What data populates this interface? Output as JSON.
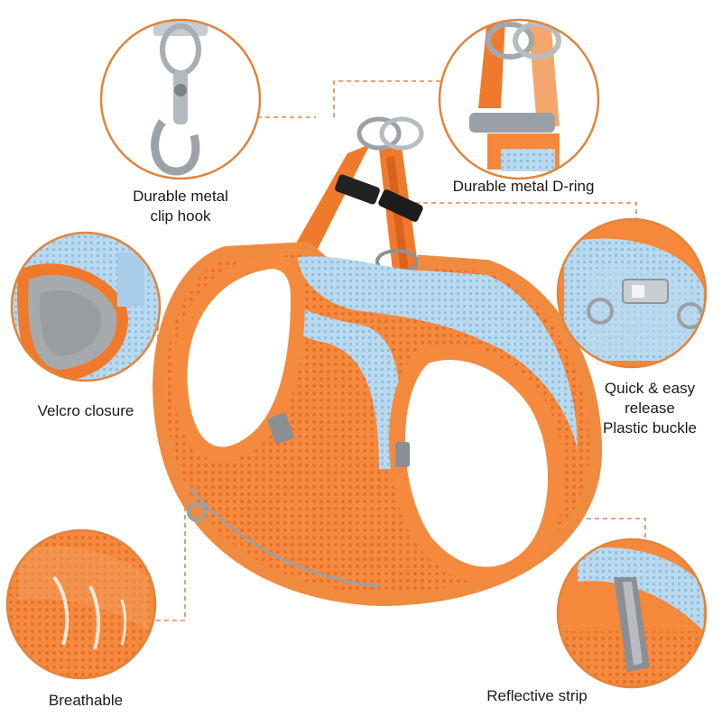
{
  "features": [
    {
      "id": "clip-hook",
      "lines": [
        "Durable metal",
        "clip hook"
      ],
      "icon": "clip-hook-icon"
    },
    {
      "id": "d-ring",
      "lines": [
        "Durable metal D-ring"
      ],
      "icon": "d-ring-icon"
    },
    {
      "id": "velcro",
      "lines": [
        "Velcro closure"
      ],
      "icon": "velcro-icon"
    },
    {
      "id": "buckle",
      "lines": [
        "Quick & easy",
        "release",
        "Plastic buckle"
      ],
      "icon": "buckle-icon"
    },
    {
      "id": "breathable",
      "lines": [
        "Breathable"
      ],
      "icon": "mesh-icon"
    },
    {
      "id": "reflective",
      "lines": [
        "Reflective strip"
      ],
      "icon": "reflective-strip-icon"
    }
  ],
  "colors": {
    "harness_orange": "#f5883a",
    "harness_dark_orange": "#e36f1f",
    "mesh_blue": "#a9cde8",
    "reflective_gray": "#8b8f94",
    "leader_line": "#e08a4a",
    "circle_border": "#e0843c"
  }
}
